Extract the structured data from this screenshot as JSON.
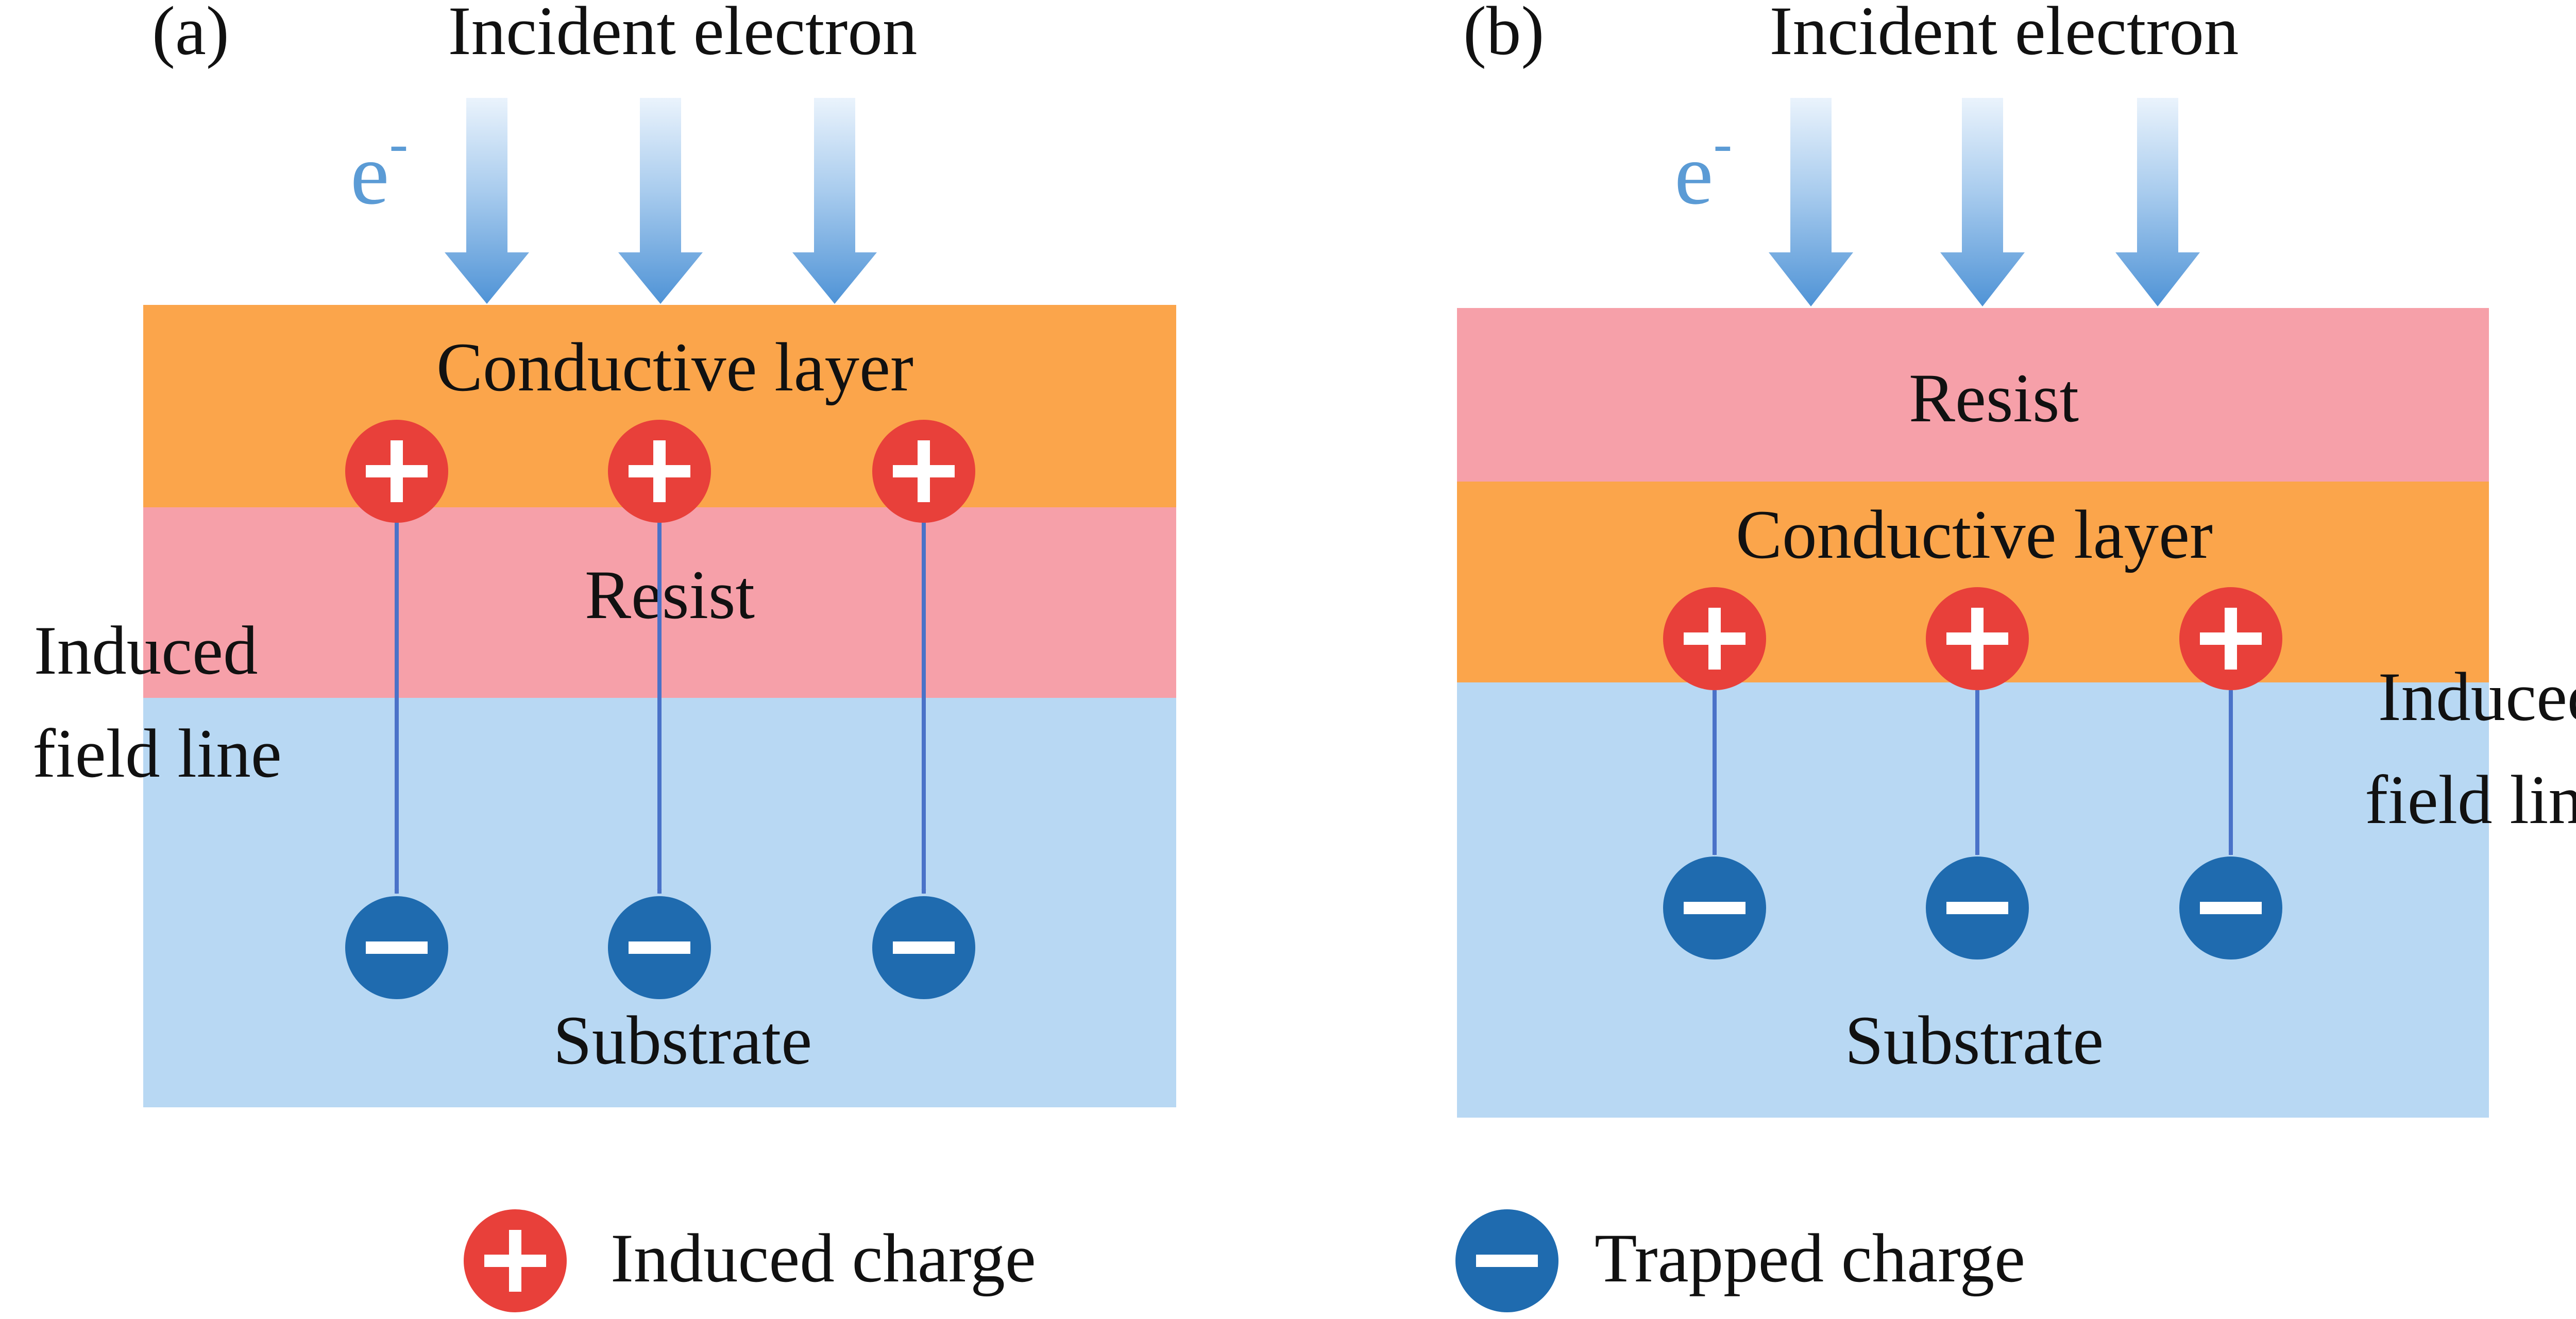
{
  "panel_a": {
    "label": "(a)",
    "incident_title": "Incident electron",
    "electron_symbol": "e",
    "electron_superscript": "-",
    "layers": {
      "top": "Conductive layer",
      "middle": "Resist",
      "bottom": "Substrate"
    },
    "field_label_line1": "Induced",
    "field_label_line2": "field line",
    "induced_charge_count": 3,
    "trapped_charge_count": 3
  },
  "panel_b": {
    "label": "(b)",
    "incident_title": "Incident electron",
    "electron_symbol": "e",
    "electron_superscript": "-",
    "layers": {
      "top": "Resist",
      "middle": "Conductive layer",
      "bottom": "Substrate"
    },
    "field_label_line1": "Induced",
    "field_label_line2": "field line",
    "induced_charge_count": 3,
    "trapped_charge_count": 3
  },
  "legend": {
    "induced": "Induced charge",
    "trapped": "Trapped charge"
  },
  "colors": {
    "conductive_layer": "#FBA54B",
    "resist": "#F6A0A9",
    "substrate": "#B8D8F3",
    "induced_charge": "#E8403A",
    "trapped_charge": "#1F6BAF",
    "field_line": "#4A72C8",
    "electron_text": "#5B9BD5",
    "arrow_light": "#DCEBF9",
    "arrow_dark": "#5B9BD5"
  }
}
